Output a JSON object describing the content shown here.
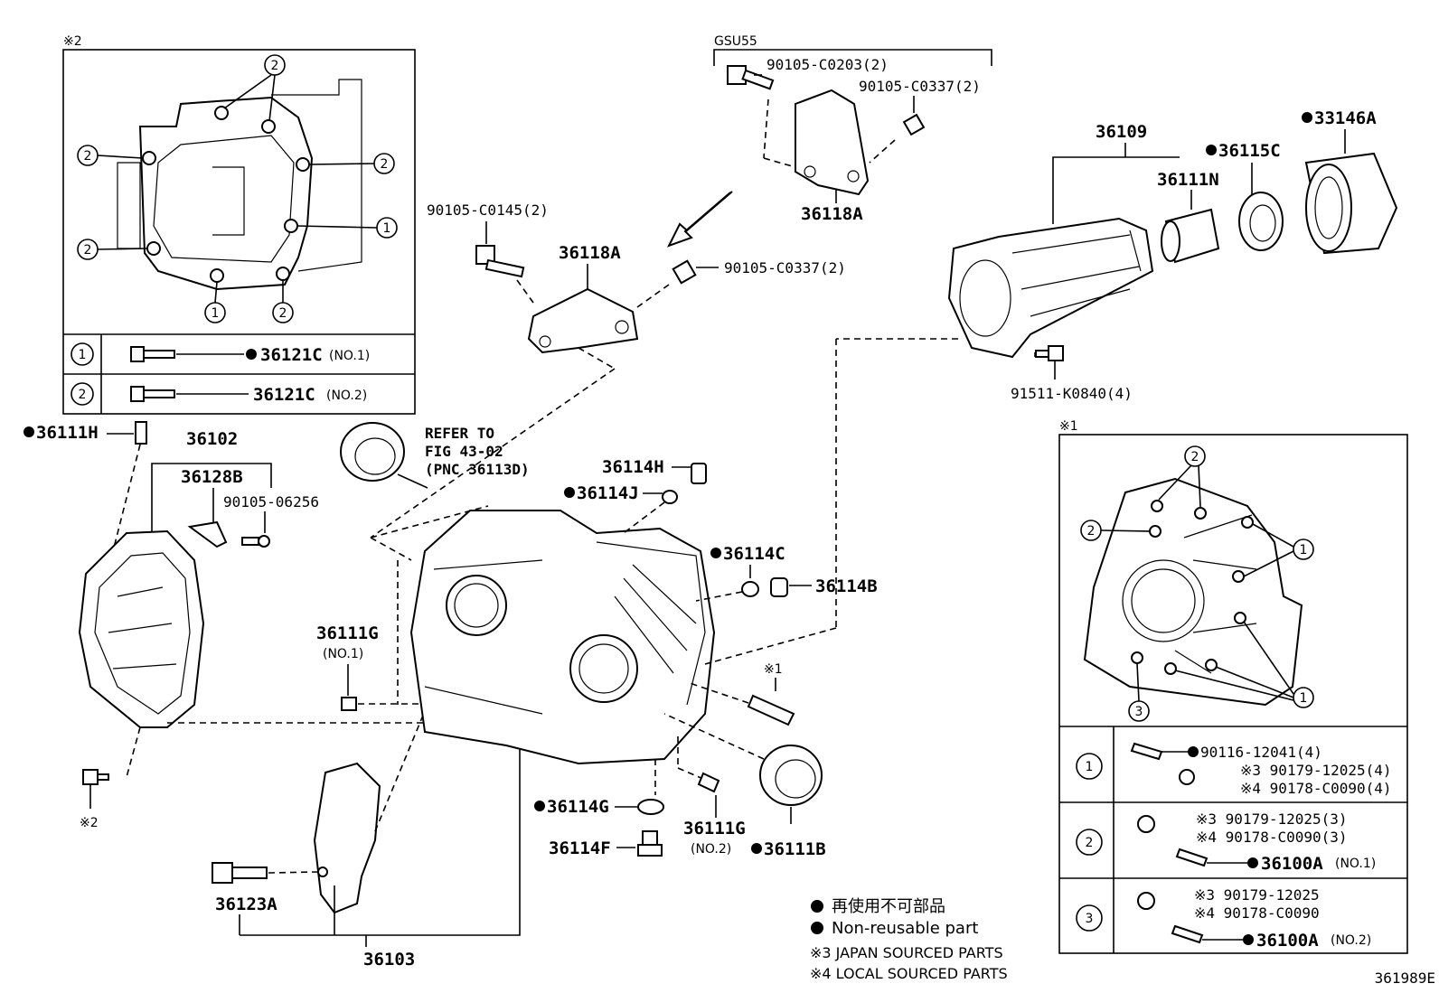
{
  "figure_id": "361989E",
  "refer_note": {
    "line1": "REFER TO",
    "line2": "FIG 43-02",
    "line3": "(PNC 36113D)"
  },
  "group_label": "GSU55",
  "legend": {
    "nonreusable_jp": "再使用不可部品",
    "nonreusable_en": "Non-reusable part",
    "note3": "※3 JAPAN SOURCED PARTS",
    "note4": "※4 LOCAL SOURCED PARTS"
  },
  "markers": {
    "m1": "※1",
    "m2": "※2"
  },
  "parts": {
    "p36102": "36102",
    "p36128B": "36128B",
    "p90105_06256": "90105-06256",
    "p36111H": "36111H",
    "p36111G_1": "36111G",
    "p36111G_1_sub": "(NO.1)",
    "p36103": "36103",
    "p36123A": "36123A",
    "p36118A_top": "36118A",
    "p36118A_mid": "36118A",
    "p90105_C0203": "90105-C0203(2)",
    "p90105_C0337_top": "90105-C0337(2)",
    "p90105_C0145": "90105-C0145(2)",
    "p90105_C0337_mid": "90105-C0337(2)",
    "p36109": "36109",
    "p36111N": "36111N",
    "p36115C": "36115C",
    "p33146A": "33146A",
    "p91511": "91511-K0840(4)",
    "p36114H": "36114H",
    "p36114J": "36114J",
    "p36114C": "36114C",
    "p36114B": "36114B",
    "p36114G": "36114G",
    "p36114F": "36114F",
    "p36111G_2": "36111G",
    "p36111G_2_sub": "(NO.2)",
    "p36111B": "36111B"
  },
  "inset_left": {
    "row1_num": "1",
    "row1_part": "36121C",
    "row1_sub": "(NO.1)",
    "row2_num": "2",
    "row2_part": "36121C",
    "row2_sub": "(NO.2)"
  },
  "inset_right": {
    "row1_num": "1",
    "row1_a": "90116-12041(4)",
    "row1_b": "※3 90179-12025(4)",
    "row1_c": "※4 90178-C0090(4)",
    "row2_num": "2",
    "row2_a": "※3 90179-12025(3)",
    "row2_b": "※4 90178-C0090(3)",
    "row2_c": "36100A",
    "row2_c_sub": "(NO.1)",
    "row3_num": "3",
    "row3_a": "※3 90179-12025",
    "row3_b": "※4 90178-C0090",
    "row3_c": "36100A",
    "row3_c_sub": "(NO.2)"
  },
  "callout_numbers": {
    "one": "1",
    "two": "2",
    "three": "3"
  }
}
